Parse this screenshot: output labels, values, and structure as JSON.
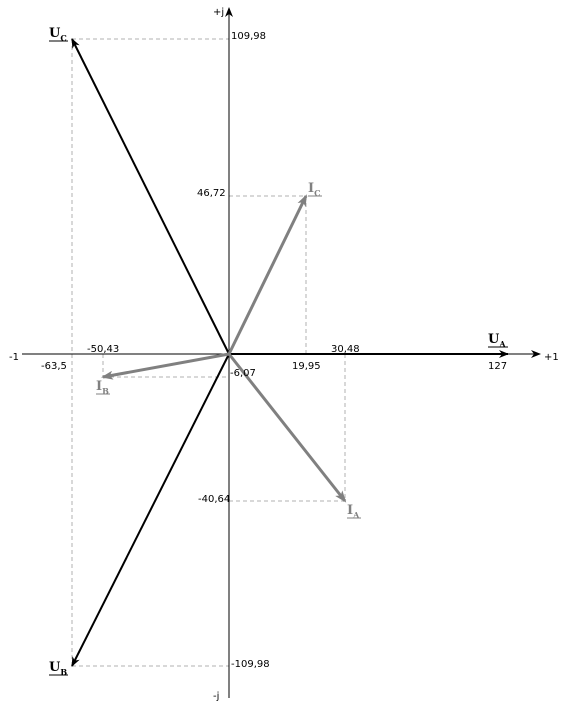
{
  "axes": {
    "pos_real": "+1",
    "neg_real": "-1",
    "pos_imag": "+j",
    "neg_imag": "-j"
  },
  "ticks": {
    "uc_imag": "109,98",
    "ub_imag": "-109,98",
    "ic_imag": "46,72",
    "ia_imag": "-40,64",
    "ib_imag": "-6,07",
    "ic_real": "19,95",
    "ia_real": "30,48",
    "ib_real": "-50,43",
    "uc_real": "-63,5",
    "ua_real": "127"
  },
  "phasors": {
    "UA": {
      "main": "U",
      "sub": "A",
      "real": 127,
      "imag": 0
    },
    "UB": {
      "main": "U",
      "sub": "B",
      "real": -63.5,
      "imag": -109.98
    },
    "UC": {
      "main": "U",
      "sub": "C",
      "real": -63.5,
      "imag": 109.98
    },
    "IA": {
      "main": "I",
      "sub": "A",
      "real": 30.48,
      "imag": -40.64
    },
    "IB": {
      "main": "I",
      "sub": "B",
      "real": -50.43,
      "imag": -6.07
    },
    "IC": {
      "main": "I",
      "sub": "C",
      "real": 19.95,
      "imag": 46.72
    }
  },
  "colors": {
    "voltage": "#000000",
    "current": "#808080",
    "guides": "#b0b0b0"
  }
}
